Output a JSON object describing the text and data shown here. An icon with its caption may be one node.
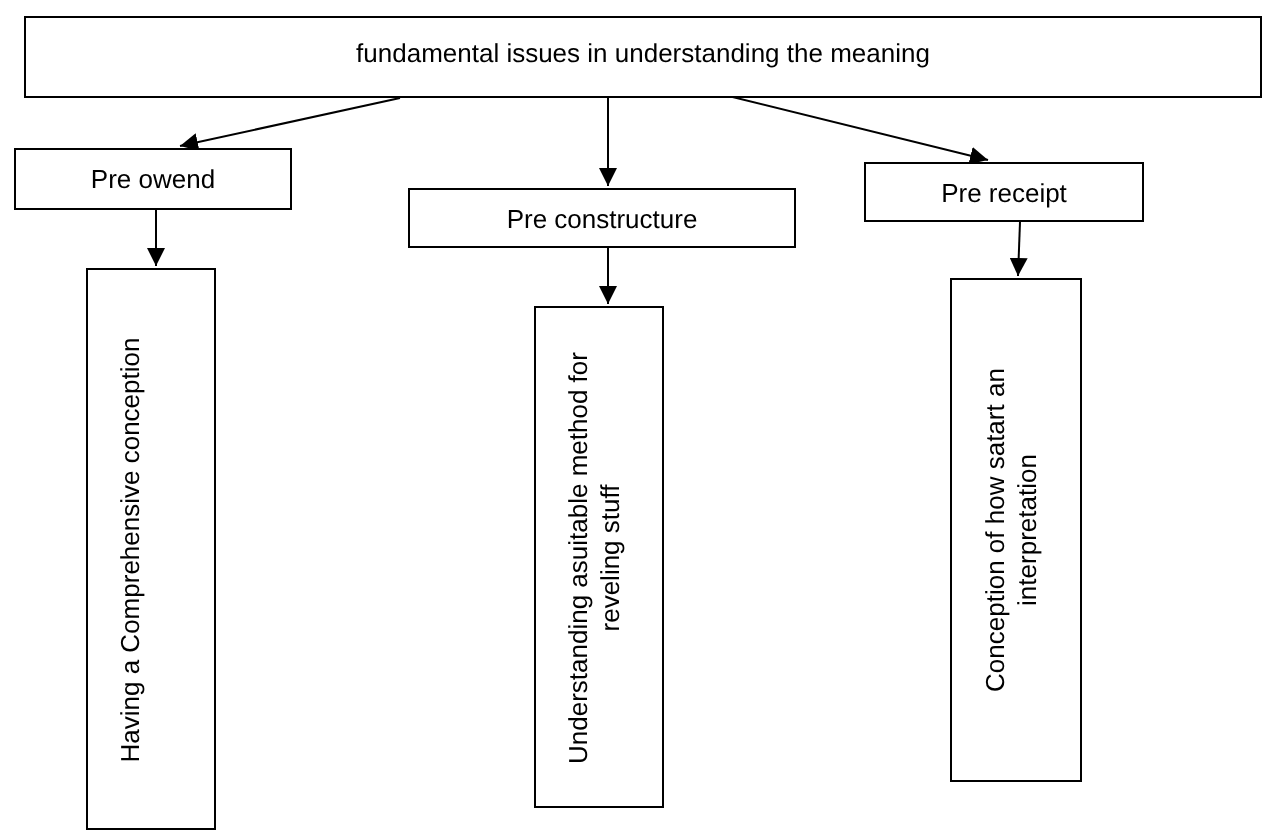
{
  "diagram": {
    "nodes": [
      {
        "text": [
          "fundamental issues in understanding the meaning"
        ]
      },
      {
        "text": [
          "Pre owend"
        ]
      },
      {
        "text": [
          "Pre constructure"
        ]
      },
      {
        "text": [
          "Pre receipt"
        ]
      },
      {
        "text": [
          "Having a Comprehensive conception"
        ]
      },
      {
        "text": [
          "Understanding asuitable method for reveling stuff"
        ]
      },
      {
        "text": [
          "Conception of how satart an interpretation"
        ]
      }
    ],
    "edges": [
      {
        "from": 0,
        "to": 1,
        "arrow": "to"
      },
      {
        "from": 0,
        "to": 2,
        "arrow": "to"
      },
      {
        "from": 0,
        "to": 3,
        "arrow": "to"
      },
      {
        "from": 1,
        "to": 4,
        "arrow": "to"
      },
      {
        "from": 2,
        "to": 5,
        "arrow": "to"
      },
      {
        "from": 3,
        "to": 6,
        "arrow": "to"
      }
    ]
  }
}
